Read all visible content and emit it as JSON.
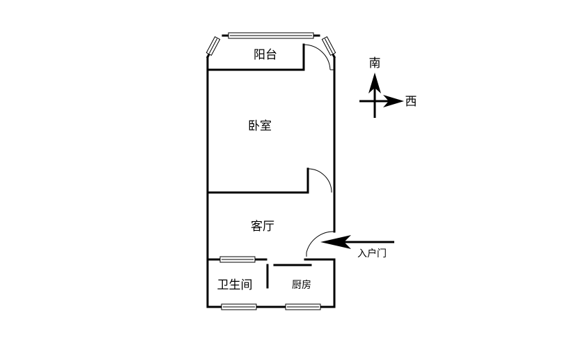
{
  "rooms": {
    "balcony": "阳台",
    "bedroom": "卧室",
    "living_room": "客厅",
    "bathroom": "卫生间",
    "kitchen": "厨房"
  },
  "entrance": {
    "label": "入户门"
  },
  "compass": {
    "south": "南",
    "west": "西"
  },
  "colors": {
    "line": "#000000",
    "background": "#ffffff"
  }
}
